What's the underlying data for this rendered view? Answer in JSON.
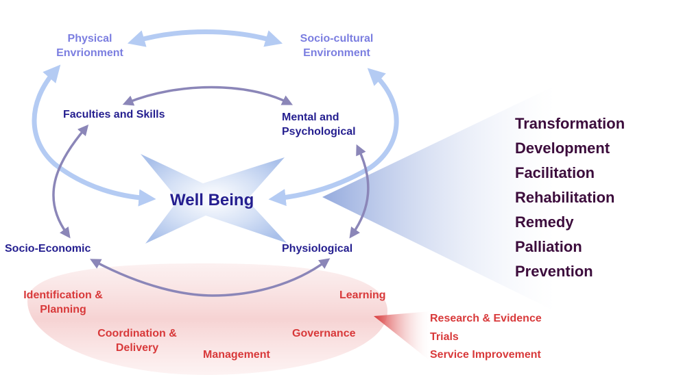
{
  "environment": {
    "physical": [
      "Physical",
      "Envrionment"
    ],
    "socio_cultural": [
      "Socio-cultural",
      "Environment"
    ]
  },
  "center": "Well Being",
  "inner_nodes": {
    "faculties": "Faculties and Skills",
    "mental": [
      "Mental and",
      "Psychological"
    ],
    "socio_economic": "Socio-Economic",
    "physiological": "Physiological"
  },
  "process": {
    "identification": [
      "Identification &",
      "Planning"
    ],
    "coordination": [
      "Coordination &",
      "Delivery"
    ],
    "management": "Management",
    "governance": "Governance",
    "learning": "Learning"
  },
  "processes_right": [
    "Research & Evidence",
    "Trials",
    "Service Improvement"
  ],
  "interventions": [
    "Transformation",
    "Development",
    "Facilitation",
    "Rehabilitation",
    "Remedy",
    "Palliation",
    "Prevention"
  ],
  "colors": {
    "env_arrow": "#b4cbf3",
    "inner_arrow": "#8b86b8",
    "env_text": "#7b7ee0",
    "inner_text": "#241e8f",
    "red_text": "#d8393a",
    "list_text": "#3c0c3c"
  }
}
